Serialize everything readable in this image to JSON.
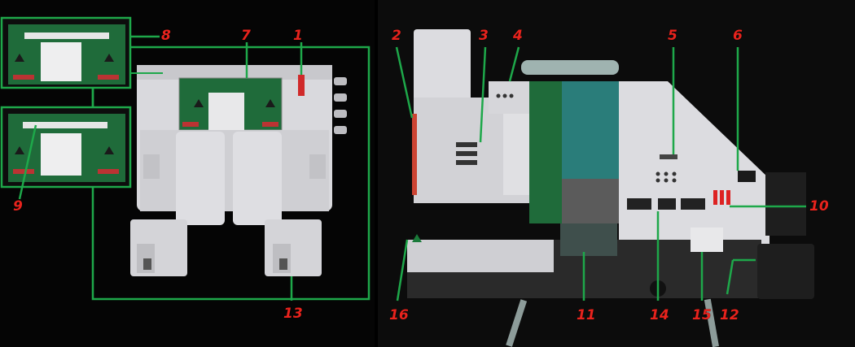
{
  "image_title": "",
  "colors": {
    "callout_number": "#e8231d",
    "leader_line": "#1ea84a",
    "background": "#000000",
    "toy_body": "#d8d8dc",
    "panel_green": "#1f6b3a",
    "panel_teal": "#2a7d7a",
    "dark_base": "#2a2a2a"
  },
  "callouts": [
    {
      "label": "1"
    },
    {
      "label": "2"
    },
    {
      "label": "3"
    },
    {
      "label": "4"
    },
    {
      "label": "5"
    },
    {
      "label": "6"
    },
    {
      "label": "7"
    },
    {
      "label": "8"
    },
    {
      "label": "9"
    },
    {
      "label": "10"
    },
    {
      "label": "11"
    },
    {
      "label": "12"
    },
    {
      "label": "13"
    },
    {
      "label": "14"
    },
    {
      "label": "15"
    },
    {
      "label": "16"
    }
  ],
  "inset_labels": {
    "top_inset_text": "",
    "bottom_inset_text": ""
  }
}
